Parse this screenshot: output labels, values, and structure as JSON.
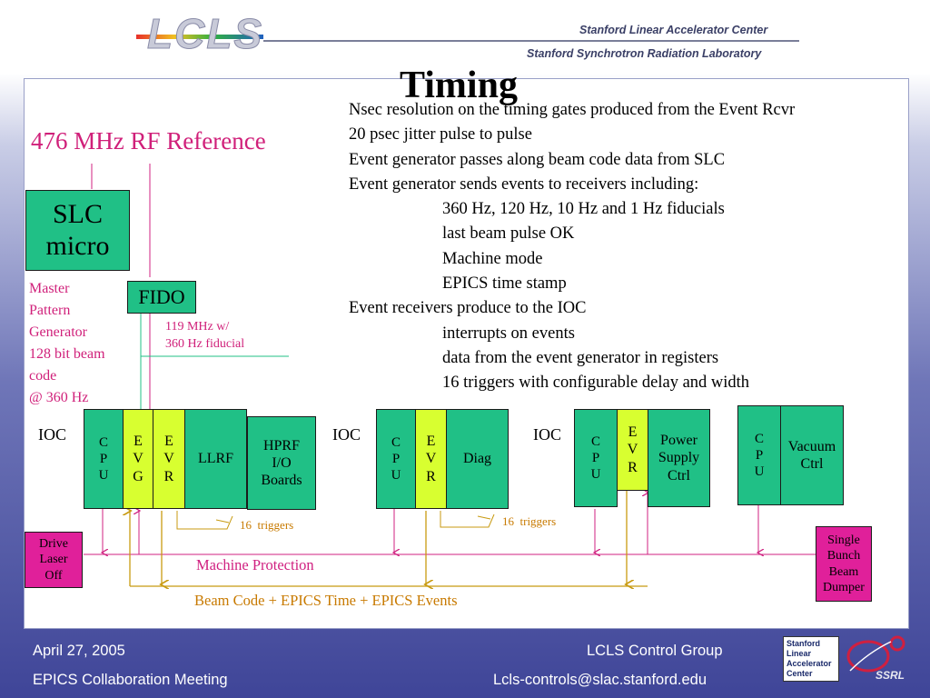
{
  "header": {
    "logo": "LCLS",
    "institution_1": "Stanford Linear Accelerator Center",
    "institution_2": "Stanford Synchrotron Radiation Laboratory"
  },
  "slide": {
    "title": "Timing",
    "rf_reference": "476 MHz RF Reference",
    "slc_micro": "SLC\nmicro",
    "fido": "FIDO",
    "master_pattern": "Master\nPattern\nGenerator\n128 bit beam\ncode\n@ 360 Hz",
    "fiducial_label": "119 MHz w/\n360 Hz fiducial",
    "bullets": [
      {
        "text": "Nsec resolution on the timing gates produced from the Event Rcvr",
        "indent": false
      },
      {
        "text": "20 psec jitter pulse to pulse",
        "indent": false
      },
      {
        "text": "Event generator passes along beam code data from SLC",
        "indent": false
      },
      {
        "text": "Event generator sends events to receivers including:",
        "indent": false
      },
      {
        "text": "360 Hz, 120 Hz, 10 Hz and 1 Hz fiducials",
        "indent": true
      },
      {
        "text": "last beam pulse OK",
        "indent": true
      },
      {
        "text": "Machine mode",
        "indent": true
      },
      {
        "text": "EPICS time stamp",
        "indent": true
      },
      {
        "text": "Event receivers produce to the IOC",
        "indent": false
      },
      {
        "text": "interrupts on events",
        "indent": true
      },
      {
        "text": "data from the event generator in registers",
        "indent": true
      },
      {
        "text": "16 triggers with configurable delay and width",
        "indent": true
      }
    ],
    "ioc_label": "IOC",
    "ioc1": {
      "cpu": "C\nP\nU",
      "evg": "E\nV\nG",
      "evr": "E\nV\nR",
      "llrf": "LLRF",
      "hprf": "HPRF\nI/O\nBoards",
      "triggers": "16  triggers"
    },
    "ioc2": {
      "cpu": "C\nP\nU",
      "evr": "E\nV\nR",
      "diag": "Diag",
      "triggers": "16  triggers"
    },
    "ioc3": {
      "cpu": "C\nP\nU",
      "evr": "E\nV\nR",
      "psc": "Power\nSupply\nCtrl"
    },
    "ioc4": {
      "cpu": "C\nP\nU",
      "vac": "Vacuum\nCtrl"
    },
    "drive_laser": "Drive\nLaser\nOff",
    "dumper": "Single\nBunch\nBeam\nDumper",
    "machine_protection": "Machine Protection",
    "beam_code_bus": "Beam Code + EPICS Time + EPICS Events"
  },
  "footer": {
    "date": "April 27, 2005",
    "meeting": "EPICS Collaboration Meeting",
    "group": "LCLS Control Group",
    "email": "Lcls-controls@slac.stanford.edu",
    "slac_logo_lines": [
      "Stanford",
      "Linear",
      "Accelerator",
      "Center"
    ],
    "ssrl": "SSRL"
  },
  "colors": {
    "green_box": "#20c086",
    "yellow_box": "#d8ff30",
    "pink_box": "#e0209a",
    "rf_text": "#d0207a",
    "bus_gold": "#c89a10",
    "protection_pink": "#d02080",
    "master_text": "#d0207a"
  }
}
